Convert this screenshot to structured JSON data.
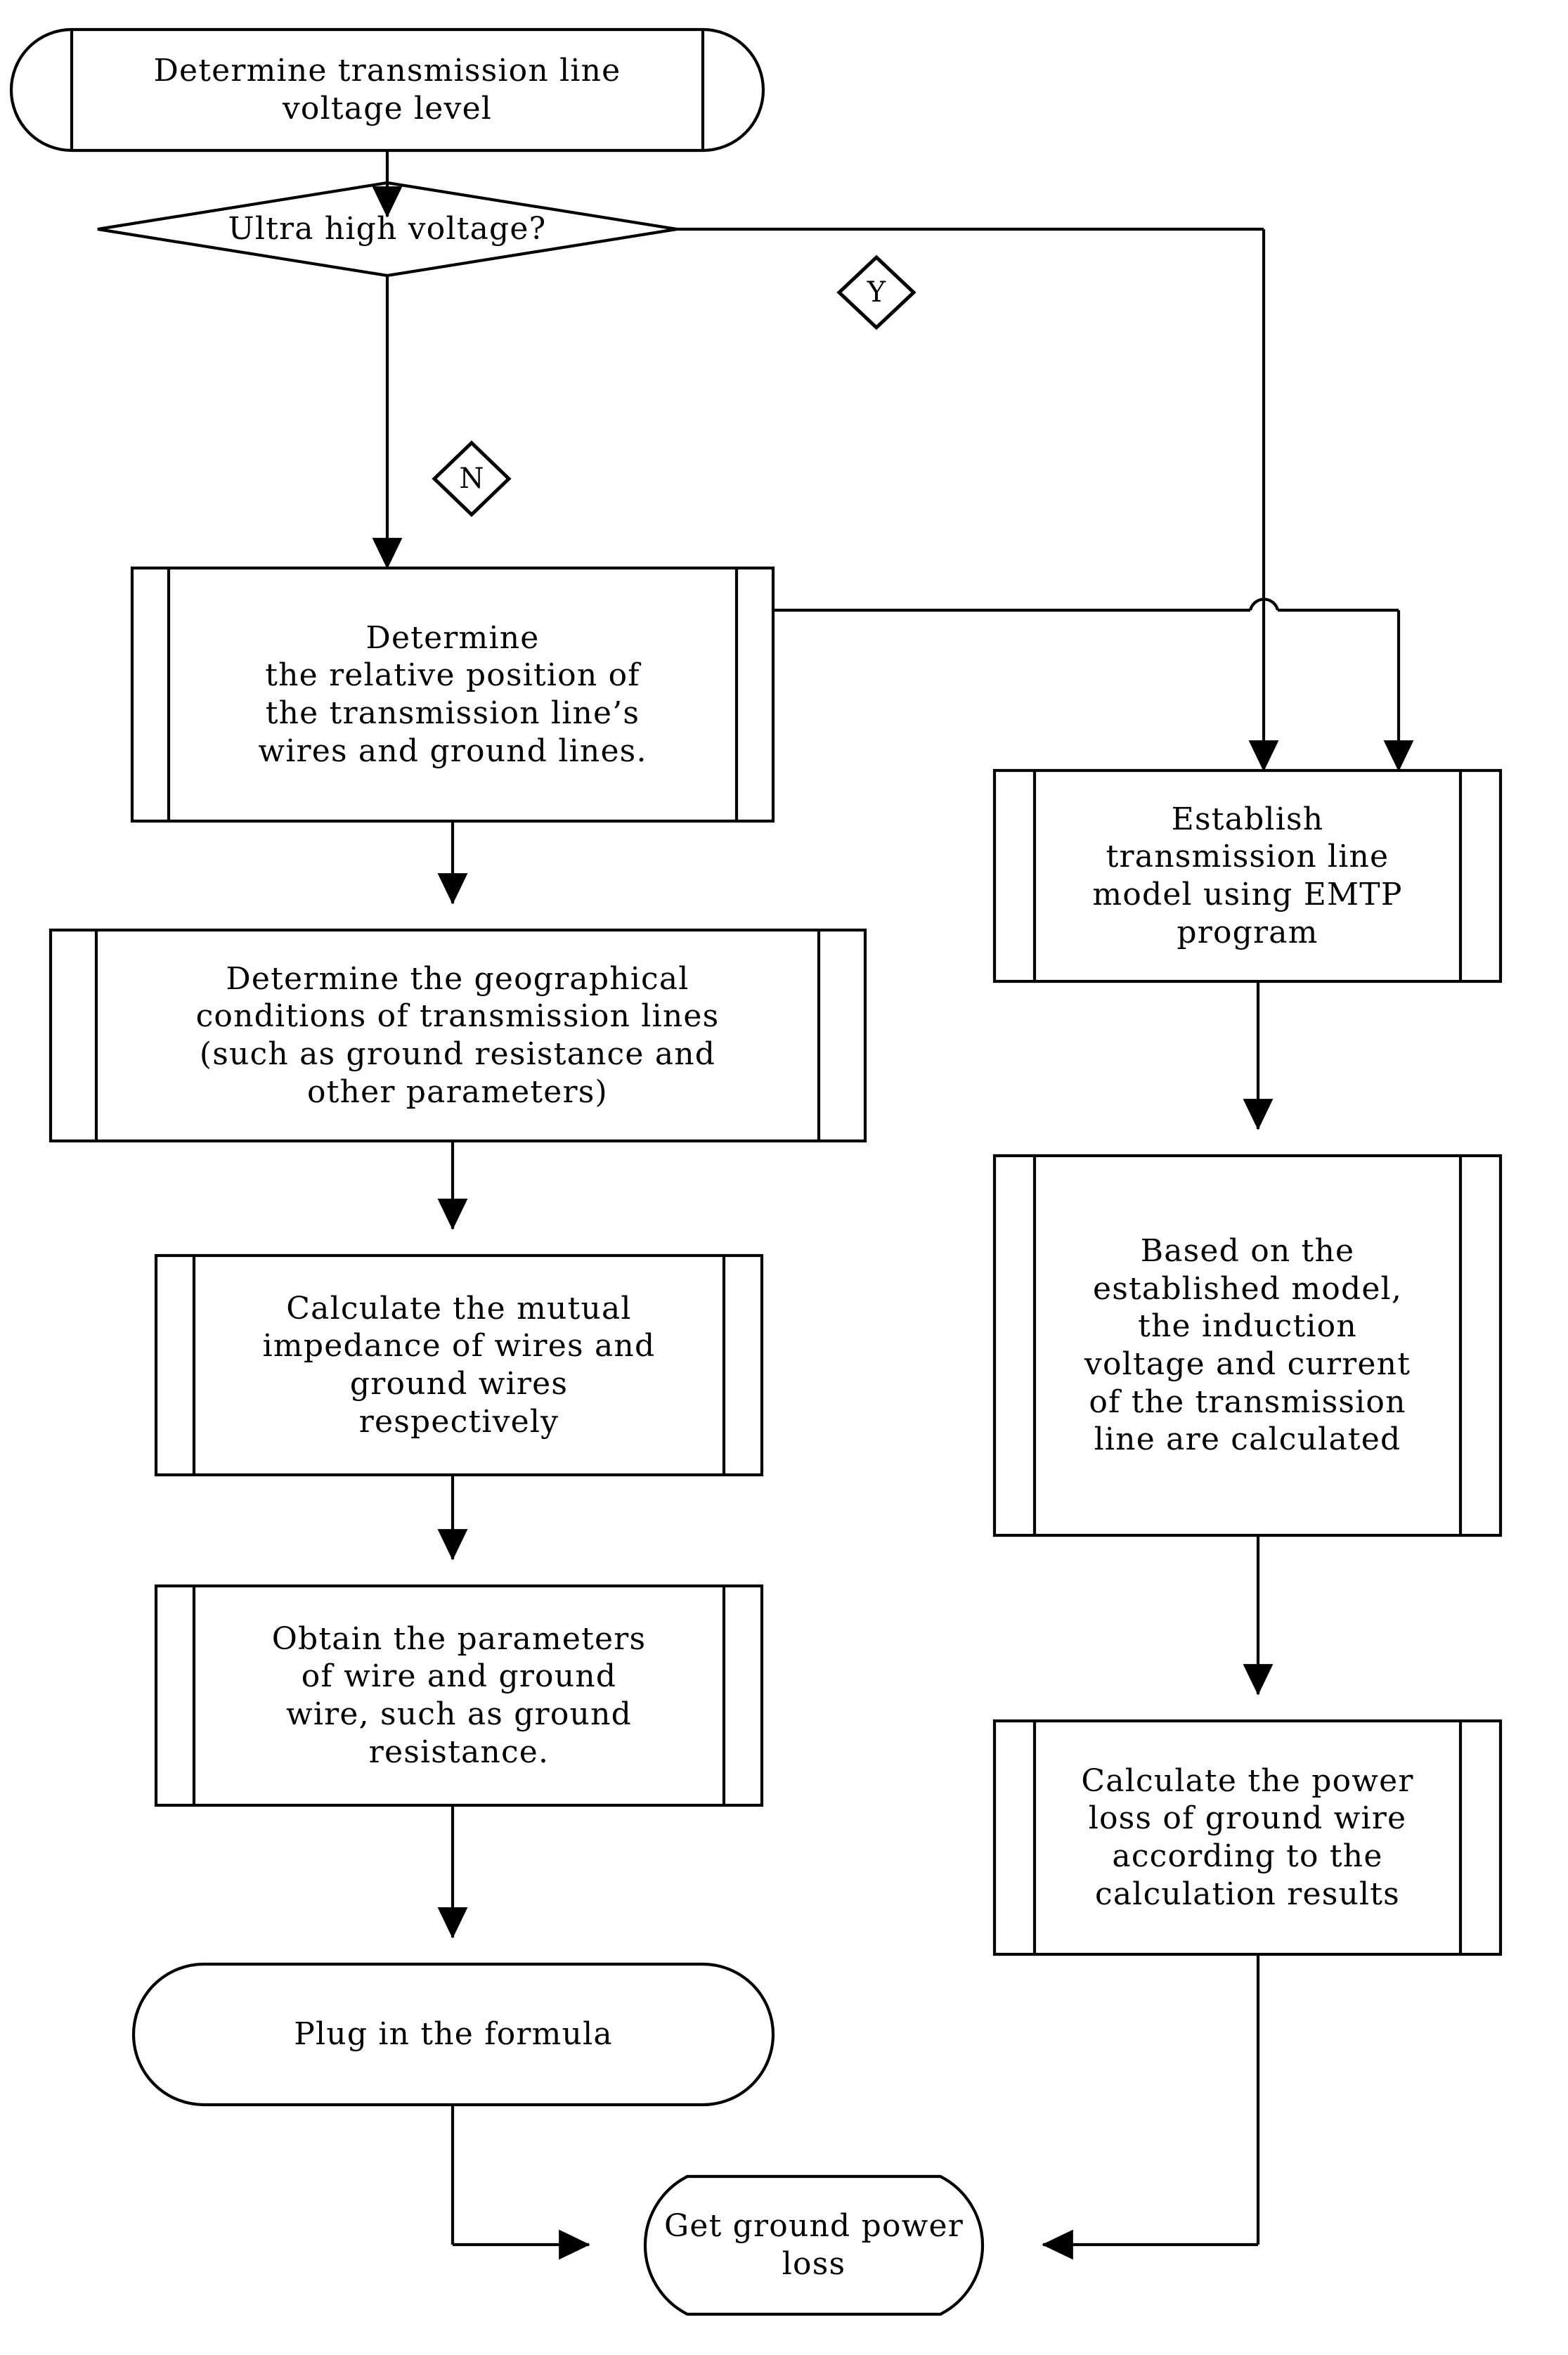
{
  "diagram": {
    "type": "flowchart",
    "title": "Ground power loss calculation flowchart",
    "orientation": "top-to-bottom",
    "background_color": "#ffffff",
    "line_color": "#000000",
    "text_color": "#000000"
  },
  "nodes": {
    "start": {
      "id": "start",
      "shape": "terminator",
      "label": "Determine transmission line\nvoltage level"
    },
    "decision": {
      "id": "decision",
      "shape": "diamond",
      "label": "Ultra high voltage?"
    },
    "relative_position": {
      "id": "relative_position",
      "shape": "predefined-process",
      "label": "Determine\nthe relative position of\nthe transmission line’s\nwires and ground lines."
    },
    "geographical_conditions": {
      "id": "geographical_conditions",
      "shape": "predefined-process",
      "label": "Determine the geographical\nconditions of transmission lines\n(such as ground resistance and\nother parameters)"
    },
    "mutual_impedance": {
      "id": "mutual_impedance",
      "shape": "predefined-process",
      "label": "Calculate the mutual\nimpedance of wires and\nground wires\nrespectively"
    },
    "obtain_parameters": {
      "id": "obtain_parameters",
      "shape": "predefined-process",
      "label": "Obtain the parameters\nof wire and ground\nwire, such as ground\nresistance."
    },
    "plug_formula": {
      "id": "plug_formula",
      "shape": "terminator",
      "label": "Plug in the formula"
    },
    "establish_model": {
      "id": "establish_model",
      "shape": "predefined-process",
      "label": "Establish\ntransmission line\nmodel using EMTP\nprogram"
    },
    "induction_calc": {
      "id": "induction_calc",
      "shape": "predefined-process",
      "label": "Based on the\nestablished model,\nthe induction\nvoltage and current\nof the transmission\nline are calculated"
    },
    "power_loss_calc": {
      "id": "power_loss_calc",
      "shape": "predefined-process",
      "label": "Calculate the power\nloss of ground wire\naccording to the\ncalculation results"
    },
    "end": {
      "id": "end",
      "shape": "terminator",
      "label": "Get ground power\nloss"
    }
  },
  "branch_labels": {
    "yes": {
      "id": "yes",
      "shape": "small-diamond",
      "label": "Y"
    },
    "no": {
      "id": "no",
      "shape": "small-diamond",
      "label": "N"
    }
  },
  "edges": [
    {
      "from": "start",
      "to": "decision",
      "label": ""
    },
    {
      "from": "decision",
      "to": "establish_model",
      "label": "Y"
    },
    {
      "from": "decision",
      "to": "relative_position",
      "label": "N"
    },
    {
      "from": "relative_position",
      "to": "geographical_conditions",
      "label": ""
    },
    {
      "from": "relative_position",
      "to": "establish_model",
      "label": ""
    },
    {
      "from": "geographical_conditions",
      "to": "mutual_impedance",
      "label": ""
    },
    {
      "from": "mutual_impedance",
      "to": "obtain_parameters",
      "label": ""
    },
    {
      "from": "obtain_parameters",
      "to": "plug_formula",
      "label": ""
    },
    {
      "from": "plug_formula",
      "to": "end",
      "label": ""
    },
    {
      "from": "establish_model",
      "to": "induction_calc",
      "label": ""
    },
    {
      "from": "induction_calc",
      "to": "power_loss_calc",
      "label": ""
    },
    {
      "from": "power_loss_calc",
      "to": "end",
      "label": ""
    }
  ]
}
